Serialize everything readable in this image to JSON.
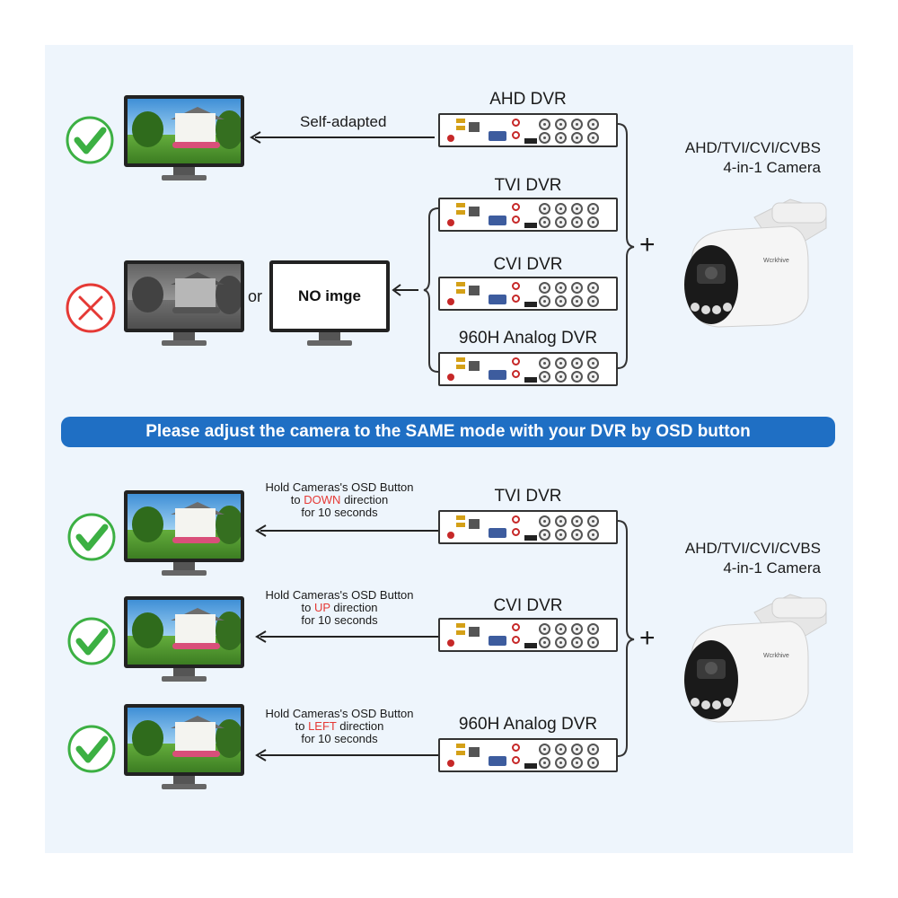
{
  "top": {
    "dvrs": [
      {
        "label": "AHD DVR"
      },
      {
        "label": "TVI DVR"
      },
      {
        "label": "CVI DVR"
      },
      {
        "label": "960H Analog DVR"
      }
    ],
    "arrow_label": "Self-adapted",
    "camera_label_line1": "AHD/TVI/CVI/CVBS",
    "camera_label_line2": "4-in-1 Camera",
    "plus": "+",
    "or_text": "or",
    "no_image_text": "NO imge",
    "no_image_arrow": "←"
  },
  "banner": {
    "text": "Please adjust the camera to the SAME mode with your DVR by OSD button"
  },
  "bottom": {
    "camera_label_line1": "AHD/TVI/CVI/CVBS",
    "camera_label_line2": "4-in-1 Camera",
    "plus": "+",
    "rows": [
      {
        "dvr": "TVI DVR",
        "line1": "Hold Cameras's OSD Button",
        "to": "to",
        "direction": "DOWN",
        "direction_suffix": "direction",
        "line3": "for 10 seconds"
      },
      {
        "dvr": "CVI DVR",
        "line1": "Hold Cameras's OSD Button",
        "to": "to",
        "direction": "UP",
        "direction_suffix": "direction",
        "line3": "for 10 seconds"
      },
      {
        "dvr": "960H Analog DVR",
        "line1": "Hold Cameras's OSD Button",
        "to": "to",
        "direction": "LEFT",
        "direction_suffix": "direction",
        "line3": "for 10 seconds"
      }
    ]
  },
  "camera_brand": "Wcrkhive",
  "colors": {
    "banner": "#1f6fc4",
    "check": "#3cb043",
    "cross": "#e53935",
    "highlight": "#e53935",
    "panel": "#eef5fc"
  },
  "icons": [
    "check-circle-icon",
    "cross-circle-icon",
    "arrow-left-icon",
    "bracket-icon"
  ]
}
